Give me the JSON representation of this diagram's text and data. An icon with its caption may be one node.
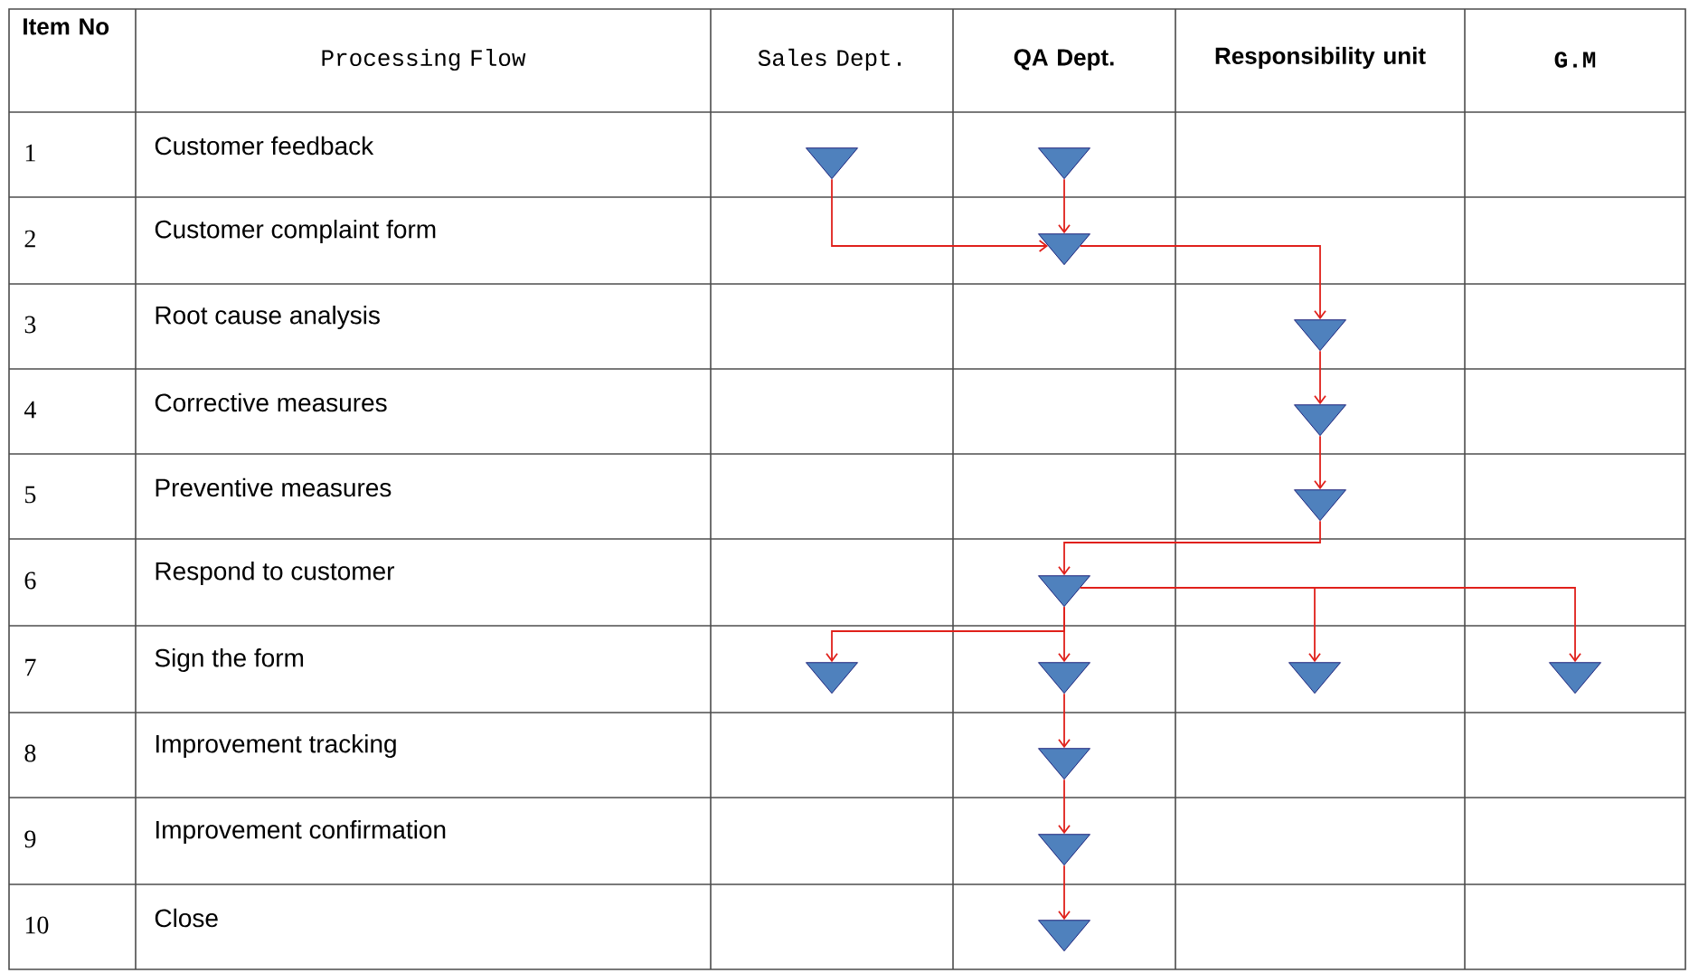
{
  "diagram": {
    "nodes": [
      {
        "text": [],
        "shape": "triangle"
      },
      {
        "text": [],
        "shape": "triangle"
      },
      {
        "text": [],
        "shape": "triangle"
      },
      {
        "text": [],
        "shape": "triangle"
      },
      {
        "text": [],
        "shape": "triangle"
      },
      {
        "text": [],
        "shape": "triangle"
      },
      {
        "text": [],
        "shape": "triangle"
      },
      {
        "text": [],
        "shape": "triangle"
      },
      {
        "text": [],
        "shape": "triangle"
      },
      {
        "text": [],
        "shape": "triangle"
      },
      {
        "text": [],
        "shape": "triangle"
      },
      {
        "text": [],
        "shape": "triangle"
      },
      {
        "text": [],
        "shape": "triangle"
      },
      {
        "text": [],
        "shape": "triangle"
      }
    ],
    "edges": [
      {
        "from": 0,
        "to": 2,
        "arrow": "to"
      },
      {
        "from": 1,
        "to": 2,
        "arrow": "to"
      },
      {
        "from": 2,
        "to": 3,
        "arrow": "to"
      },
      {
        "from": 3,
        "to": 4,
        "arrow": "to"
      },
      {
        "from": 4,
        "to": 5,
        "arrow": "to"
      },
      {
        "from": 5,
        "to": 6,
        "arrow": "to"
      },
      {
        "from": 6,
        "to": 7,
        "arrow": "to"
      },
      {
        "from": 6,
        "to": 8,
        "arrow": "to"
      },
      {
        "from": 6,
        "to": 9,
        "arrow": "to"
      },
      {
        "from": 6,
        "to": 10,
        "arrow": "to"
      },
      {
        "from": 8,
        "to": 11,
        "arrow": "to"
      },
      {
        "from": 11,
        "to": 12,
        "arrow": "to"
      },
      {
        "from": 12,
        "to": 13,
        "arrow": "to"
      }
    ],
    "labels": [
      "Item No",
      "Processing Flow",
      "Sales Dept.",
      "QA Dept.",
      "Responsibility unit",
      "G.M",
      "1",
      "Customer feedback",
      "2",
      "Customer complaint form",
      "3",
      "Root cause analysis",
      "4",
      "Corrective measures",
      "5",
      "Preventive measures",
      "6",
      "Respond to customer",
      "7",
      "Sign the form",
      "8",
      "Improvement tracking",
      "9",
      "Improvement confirmation",
      "10",
      "Close"
    ]
  }
}
